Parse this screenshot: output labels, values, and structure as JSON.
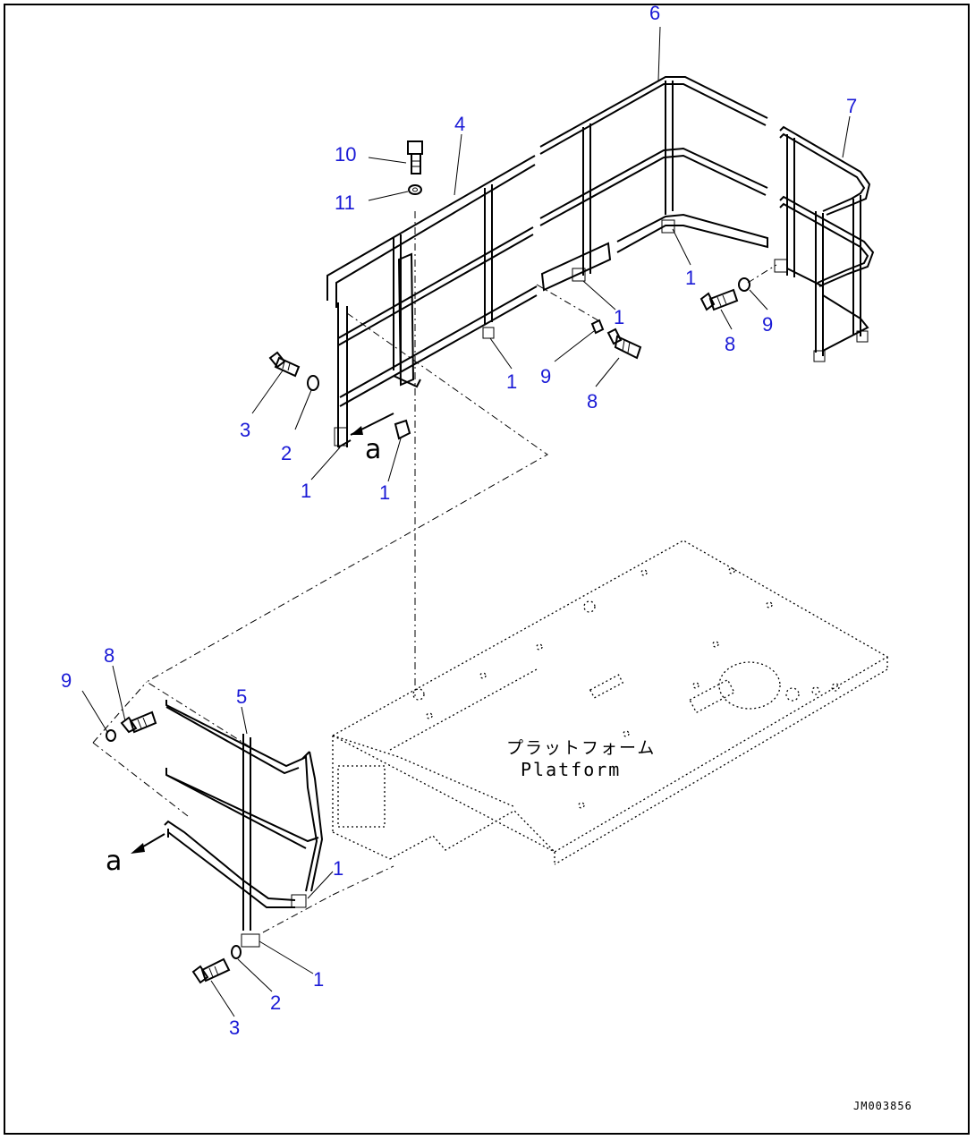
{
  "diagram": {
    "callouts": {
      "c6": "6",
      "c7": "7",
      "c4": "4",
      "c10": "10",
      "c11": "11",
      "c1_top_right": "1",
      "c9_right": "9",
      "c8_right": "8",
      "c1_mid": "1",
      "c9_mid": "9",
      "c8_mid": "8",
      "c1_rail": "1",
      "c3_top": "3",
      "c2_top": "2",
      "c1_left": "1",
      "c1_center": "1",
      "c8_low": "8",
      "c9_low": "9",
      "c5": "5",
      "c1_low_a": "1",
      "c1_low_b": "1",
      "c2_low": "2",
      "c3_low": "3"
    },
    "view_letter_upper": "a",
    "view_letter_lower": "a",
    "platform_label_jp": "プラットフォーム",
    "platform_label_en": "Platform",
    "drawing_code": "JM003856",
    "colors": {
      "callout": "#1a1ad6",
      "line": "#000000"
    }
  }
}
